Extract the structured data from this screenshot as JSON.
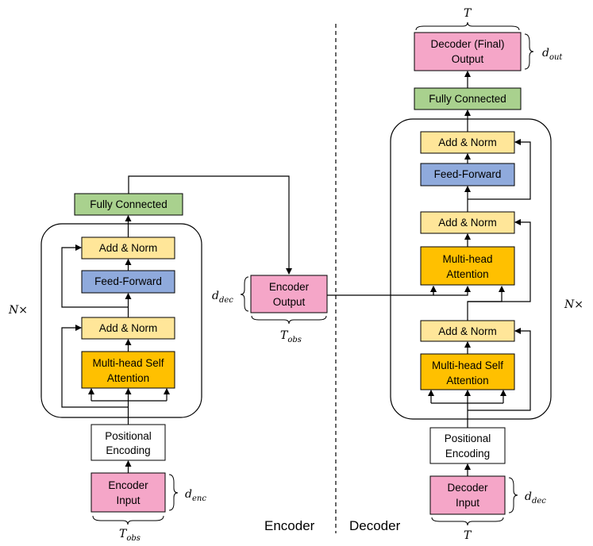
{
  "colors": {
    "pink": "#F5A6C8",
    "yellow_light": "#FFE699",
    "orange": "#FFC000",
    "blue": "#8FAADC",
    "green": "#A9D18E",
    "white": "#FFFFFF",
    "stroke": "#000000"
  },
  "encoder": {
    "input_line1": "Encoder",
    "input_line2": "Input",
    "pe_line1": "Positional",
    "pe_line2": "Encoding",
    "mhsa_line1": "Multi-head Self",
    "mhsa_line2": "Attention",
    "addnorm1": "Add & Norm",
    "ff": "Feed-Forward",
    "addnorm2": "Add & Norm",
    "fc": "Fully Connected",
    "nx": "N×",
    "d_enc": {
      "base": "d",
      "sub": "enc"
    },
    "t_obs": {
      "base": "T",
      "sub": "obs"
    }
  },
  "encoder_output": {
    "line1": "Encoder",
    "line2": "Output",
    "d_dec": {
      "base": "d",
      "sub": "dec"
    },
    "t_obs": {
      "base": "T",
      "sub": "obs"
    }
  },
  "decoder": {
    "input_line1": "Decoder",
    "input_line2": "Input",
    "pe_line1": "Positional",
    "pe_line2": "Encoding",
    "mhsa_line1": "Multi-head Self",
    "mhsa_line2": "Attention",
    "addnorm1": "Add & Norm",
    "mha_line1": "Multi-head",
    "mha_line2": "Attention",
    "addnorm2": "Add & Norm",
    "ff": "Feed-Forward",
    "addnorm3": "Add & Norm",
    "fc": "Fully Connected",
    "final_line1": "Decoder (Final)",
    "final_line2": "Output",
    "nx": "N×",
    "d_dec": {
      "base": "d",
      "sub": "dec"
    },
    "d_out": {
      "base": "d",
      "sub": "out"
    },
    "t_bottom": "T",
    "t_top": "T"
  },
  "section_labels": {
    "encoder": "Encoder",
    "decoder": "Decoder"
  }
}
